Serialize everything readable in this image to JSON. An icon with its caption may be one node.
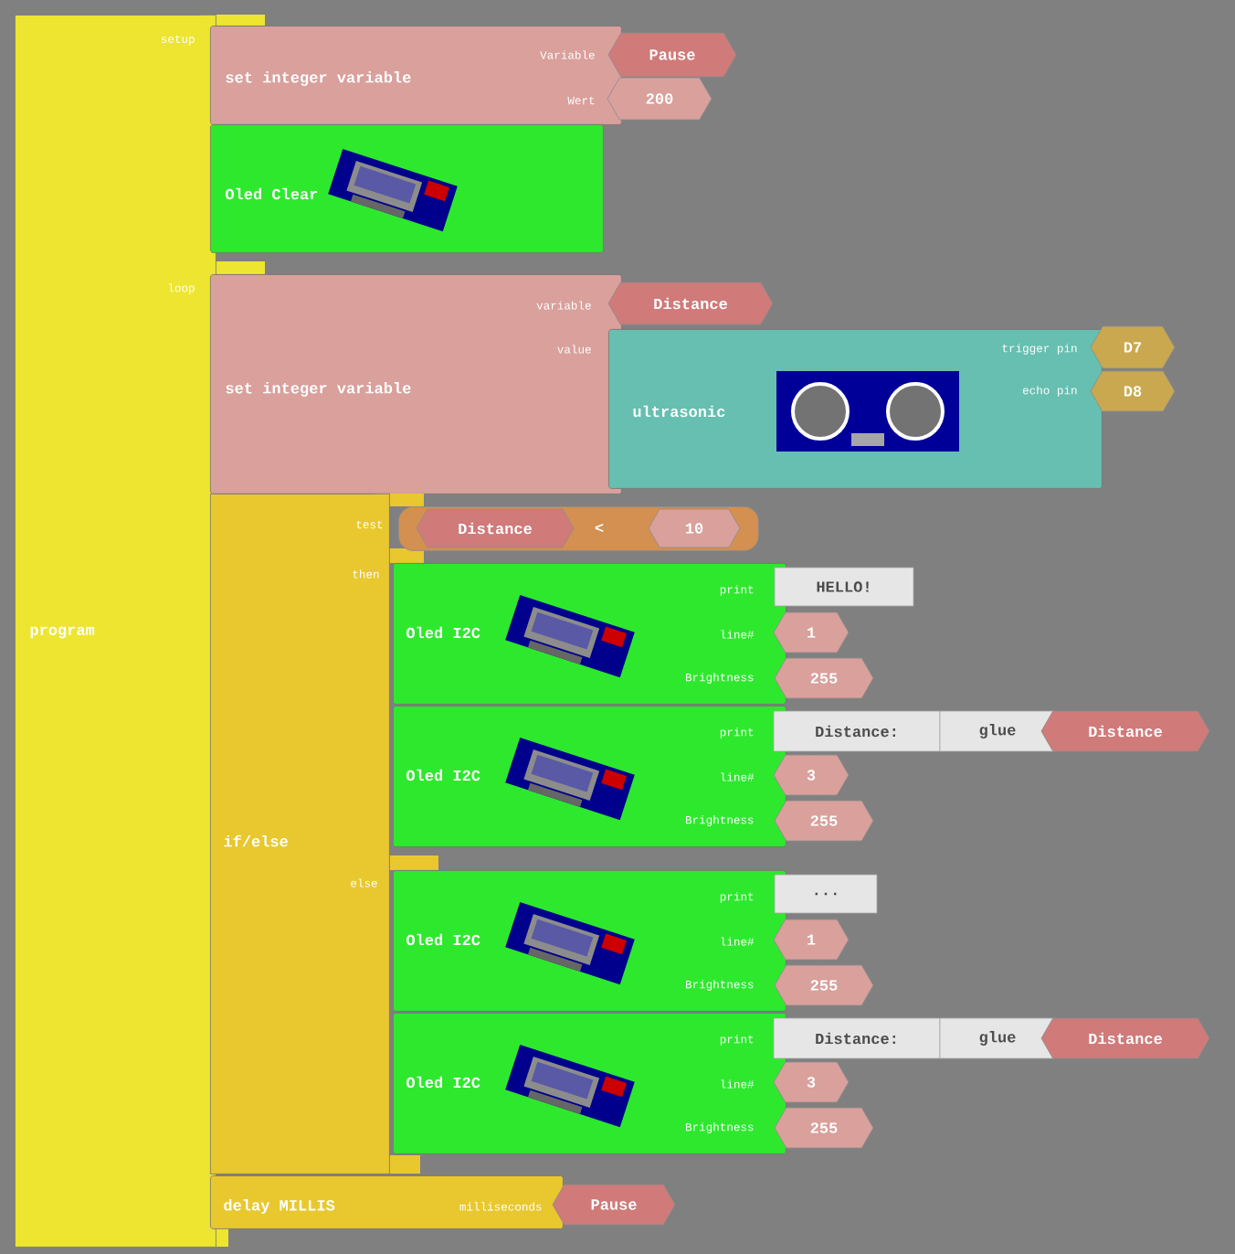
{
  "diagram": {
    "nodes": [
      {
        "text": [
          "program",
          "setup",
          "loop"
        ]
      },
      {
        "text": [
          "set integer variable",
          "Variable",
          "Wert"
        ]
      },
      {
        "text": [
          "Pause"
        ]
      },
      {
        "text": [
          "200"
        ]
      },
      {
        "text": [
          "Oled Clear"
        ]
      },
      {
        "text": [
          "set integer variable",
          "variable",
          "value"
        ]
      },
      {
        "text": [
          "Distance"
        ]
      },
      {
        "text": [
          "ultrasonic",
          "trigger pin",
          "echo pin"
        ]
      },
      {
        "text": [
          "D7"
        ]
      },
      {
        "text": [
          "D8"
        ]
      },
      {
        "text": [
          "if/else",
          "test",
          "then",
          "else"
        ]
      },
      {
        "text": [
          "<"
        ]
      },
      {
        "text": [
          "Distance"
        ],
        "in": 11
      },
      {
        "text": [
          "10"
        ],
        "in": 11
      },
      {
        "text": [
          "Oled I2C",
          "print",
          "line#",
          "Brightness"
        ]
      },
      {
        "text": [
          "HELLO!"
        ]
      },
      {
        "text": [
          "1"
        ]
      },
      {
        "text": [
          "255"
        ]
      },
      {
        "text": [
          "Oled I2C",
          "print",
          "line#",
          "Brightness"
        ]
      },
      {
        "text": [
          "Distance:"
        ]
      },
      {
        "text": [
          "glue"
        ]
      },
      {
        "text": [
          "Distance"
        ]
      },
      {
        "text": [
          "3"
        ]
      },
      {
        "text": [
          "255"
        ]
      },
      {
        "text": [
          "Oled I2C",
          "print",
          "line#",
          "Brightness"
        ]
      },
      {
        "text": [
          "..."
        ]
      },
      {
        "text": [
          "1"
        ]
      },
      {
        "text": [
          "255"
        ]
      },
      {
        "text": [
          "Oled I2C",
          "print",
          "line#",
          "Brightness"
        ]
      },
      {
        "text": [
          "Distance:"
        ]
      },
      {
        "text": [
          "glue"
        ]
      },
      {
        "text": [
          "Distance"
        ]
      },
      {
        "text": [
          "3"
        ]
      },
      {
        "text": [
          "255"
        ]
      },
      {
        "text": [
          "delay MILLIS",
          "milliseconds"
        ]
      },
      {
        "text": [
          "Pause"
        ]
      }
    ]
  }
}
